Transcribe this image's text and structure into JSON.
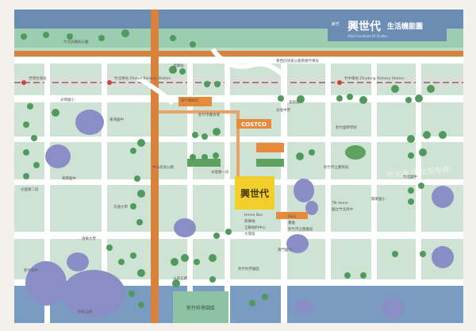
{
  "title": {
    "brand": "興世代",
    "main": "生活機能圖",
    "prefix": "新竹",
    "sub": "Vital Functions Of Xinzhu"
  },
  "colors": {
    "base": "#cfe3d4",
    "blue_band": "#5a7fa8",
    "green_band": "#8ec2a4",
    "road": "#ffffff",
    "orange_road": "#d9823e",
    "tree": "#4f9a5c",
    "lake": "#8a8ec6",
    "site": "#f2cf2a",
    "costco": "#e88a3c",
    "green_block": "#5fa15f",
    "rail": "#9a9a98"
  },
  "stations": [
    {
      "name": "世博台灣站",
      "pin": "red"
    },
    {
      "name": "竹北車站 Zhubei Railway Station",
      "pin": "red"
    },
    {
      "name": "竹中車站 Zhudong Railway Station",
      "pin": "red"
    }
  ],
  "highlights": {
    "costco": "COSTCO",
    "site_brand": "興世代",
    "science_park": "新竹科學園區"
  },
  "landmarks": [
    "竹北高鐵站公園",
    "東西向快速公路南寮竹東段",
    "高鐵站",
    "光明國小",
    "新竹縣政府",
    "東海國中",
    "中山高速公路",
    "新竹市體育場",
    "光復中學",
    "光復路一段",
    "光復路二段",
    "東興國中",
    "交通大學",
    "清華大學",
    "新竹高中",
    "科技五路",
    "新竹科學園區",
    "公道五路",
    "東門國小",
    "新竹國際學校",
    "新竹市立體育館",
    "關東國小",
    "竹北國中",
    "美術館"
  ],
  "poi": [
    "Home Box",
    "家樂福",
    "全聯福利中心",
    "大潤發",
    "B&Q",
    "寶雅",
    "新竹市立圖書館",
    "TN Home",
    "國立竹北高中"
  ],
  "watermark": "竹北通 (竹北房市通)"
}
